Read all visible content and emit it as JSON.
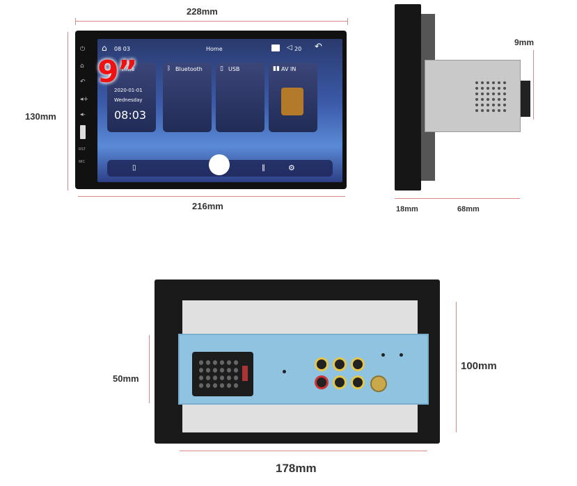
{
  "dimensions": {
    "front_width_top": "228mm",
    "front_height": "130mm",
    "front_width_bottom": "216mm",
    "side_depth_connector": "9mm",
    "side_face_depth": "18mm",
    "side_chassis_depth": "68mm",
    "rear_plate_height": "50mm",
    "rear_height": "100mm",
    "rear_width": "178mm"
  },
  "screen": {
    "top_time": "08 03",
    "home_label": "Home",
    "volume_label": "20",
    "cards": [
      {
        "label": "Time"
      },
      {
        "label": "Bluetooth"
      },
      {
        "label": "USB"
      },
      {
        "label": "AV IN"
      }
    ],
    "date": "2020-01-01",
    "weekday": "Wednesday",
    "clock": "08:03",
    "size_badge": "9”"
  },
  "side_buttons": [
    "RST",
    "MIC"
  ],
  "colors": {
    "dimension_line": "#dd8888",
    "screen_accent": "#3b5aa8",
    "badge_red": "#e11111",
    "pcb_blue": "#8fc3e0",
    "rca_gold": "#e3c64c"
  },
  "icons": {
    "home": "home-icon",
    "back": "back-arrow-icon",
    "volume": "speaker-icon",
    "settings": "gear-icon",
    "bluetooth": "bluetooth-icon",
    "usb": "usb-icon"
  }
}
